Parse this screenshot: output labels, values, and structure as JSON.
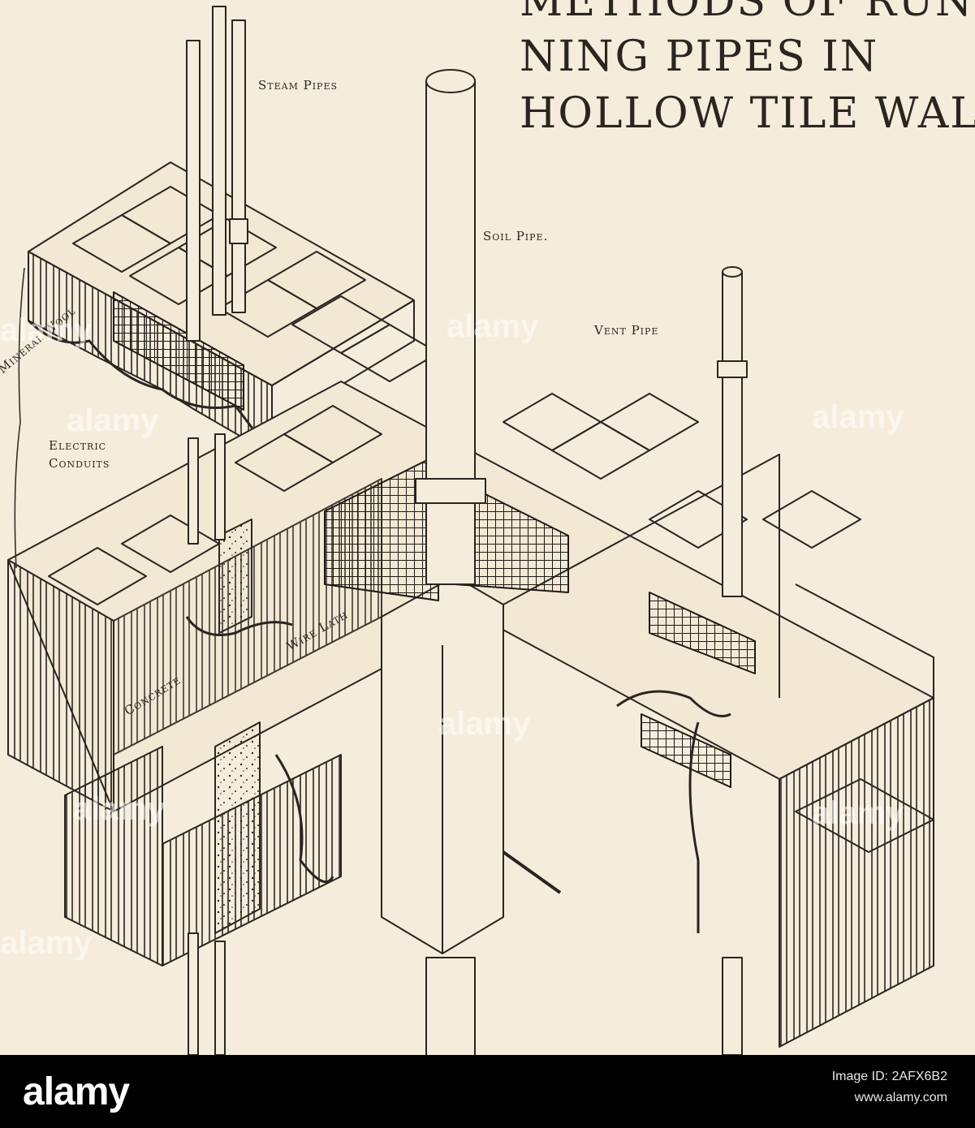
{
  "figure": {
    "title_lines": [
      "METHODS OF RUN",
      "NING PIPES IN",
      "HOLLOW TILE WAL"
    ],
    "labels": {
      "steam_pipes": "Steam Pipes",
      "soil_pipe": "Soil Pipe.",
      "vent_pipe": "Vent Pipe",
      "mineral_wool": "Mineral Wool",
      "electric_conduits_1": "Electric",
      "electric_conduits_2": "Conduits",
      "wire_lath": "Wire Lath",
      "concrete": "Concrete"
    },
    "colors": {
      "paper": "#f6ecdb",
      "ink": "#2a2520"
    }
  },
  "watermark": {
    "text": "alamy",
    "footer_logo": "alamy",
    "image_id_label": "Image ID: 2AFX6B2",
    "url": "www.alamy.com"
  }
}
